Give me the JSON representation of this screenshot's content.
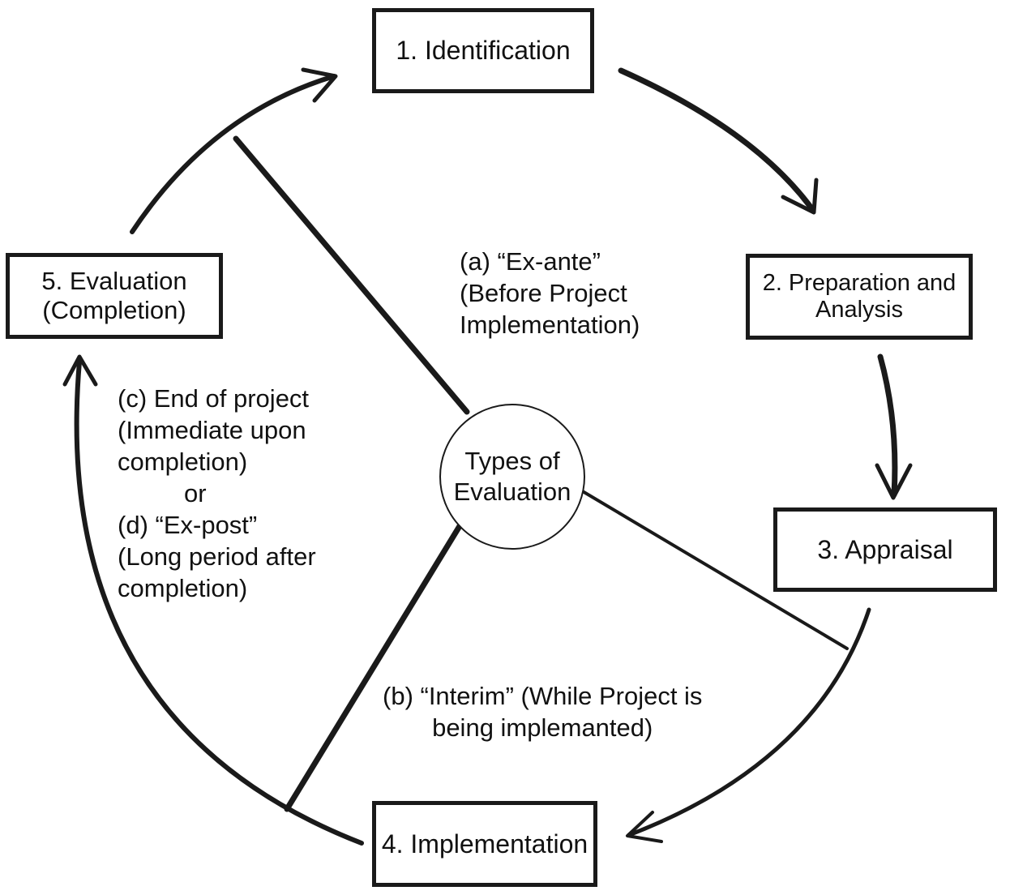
{
  "stages": {
    "identification": {
      "label": "1. Identification"
    },
    "preparation": {
      "line1": "2. Preparation and",
      "line2": "Analysis"
    },
    "appraisal": {
      "label": "3. Appraisal"
    },
    "implementation": {
      "label": "4. Implementation"
    },
    "evaluation": {
      "line1": "5. Evaluation",
      "line2": "(Completion)"
    }
  },
  "center": {
    "line1": "Types of",
    "line2": "Evaluation"
  },
  "evaluation_types": {
    "ex_ante": {
      "line1": "(a) “Ex-ante”",
      "line2": "(Before Project",
      "line3": "Implementation)"
    },
    "interim": {
      "line1": "(b) “Interim” (While Project is",
      "line2": "being implemanted)"
    },
    "end_ex_post": {
      "line1": "(c) End of project",
      "line2": "(Immediate upon",
      "line3": "completion)",
      "line4": "or",
      "line5": "(d) “Ex-post”",
      "line6": "(Long period after",
      "line7": "completion)"
    }
  },
  "colors": {
    "stroke": "#1a1a1a",
    "background": "#ffffff"
  }
}
